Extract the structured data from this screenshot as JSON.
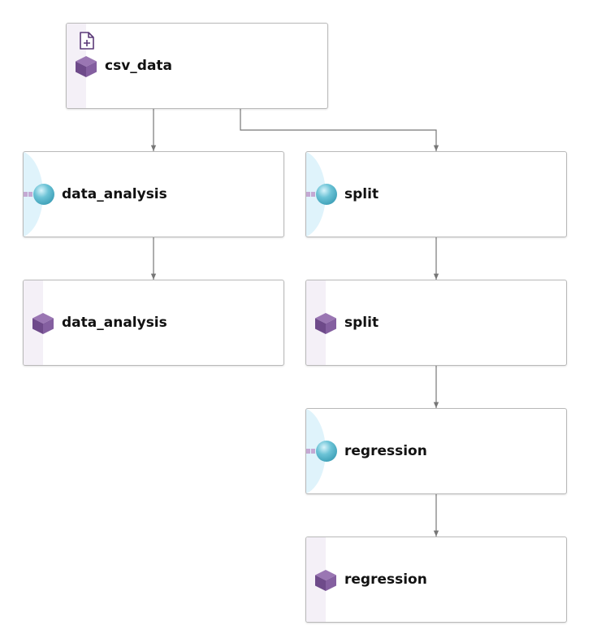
{
  "colors": {
    "artifact_stripe": "#f4f0f7",
    "step_bulge": "#dff3fb",
    "cube_top": "#9a76b3",
    "cube_left": "#6e4a8a",
    "cube_right": "#845fa0",
    "sphere": "#3a9db5",
    "edge": "#777777",
    "file_icon": "#5b3a78"
  },
  "nodes": [
    {
      "id": "csv_data_artifact",
      "label": "csv_data",
      "kind": "artifact",
      "icons": [
        "file-plus-icon",
        "cube-icon"
      ]
    },
    {
      "id": "data_analysis_step",
      "label": "data_analysis",
      "kind": "step",
      "icons": [
        "sphere-icon"
      ]
    },
    {
      "id": "split_step",
      "label": "split",
      "kind": "step",
      "icons": [
        "sphere-icon"
      ]
    },
    {
      "id": "data_analysis_artifact",
      "label": "data_analysis",
      "kind": "artifact",
      "icons": [
        "cube-icon"
      ]
    },
    {
      "id": "split_artifact",
      "label": "split",
      "kind": "artifact",
      "icons": [
        "cube-icon"
      ]
    },
    {
      "id": "regression_step",
      "label": "regression",
      "kind": "step",
      "icons": [
        "sphere-icon"
      ]
    },
    {
      "id": "regression_artifact",
      "label": "regression",
      "kind": "artifact",
      "icons": [
        "cube-icon"
      ]
    }
  ],
  "edges": [
    {
      "from": "csv_data_artifact",
      "to": "data_analysis_step"
    },
    {
      "from": "csv_data_artifact",
      "to": "split_step"
    },
    {
      "from": "data_analysis_step",
      "to": "data_analysis_artifact"
    },
    {
      "from": "split_step",
      "to": "split_artifact"
    },
    {
      "from": "split_artifact",
      "to": "regression_step"
    },
    {
      "from": "regression_step",
      "to": "regression_artifact"
    }
  ]
}
